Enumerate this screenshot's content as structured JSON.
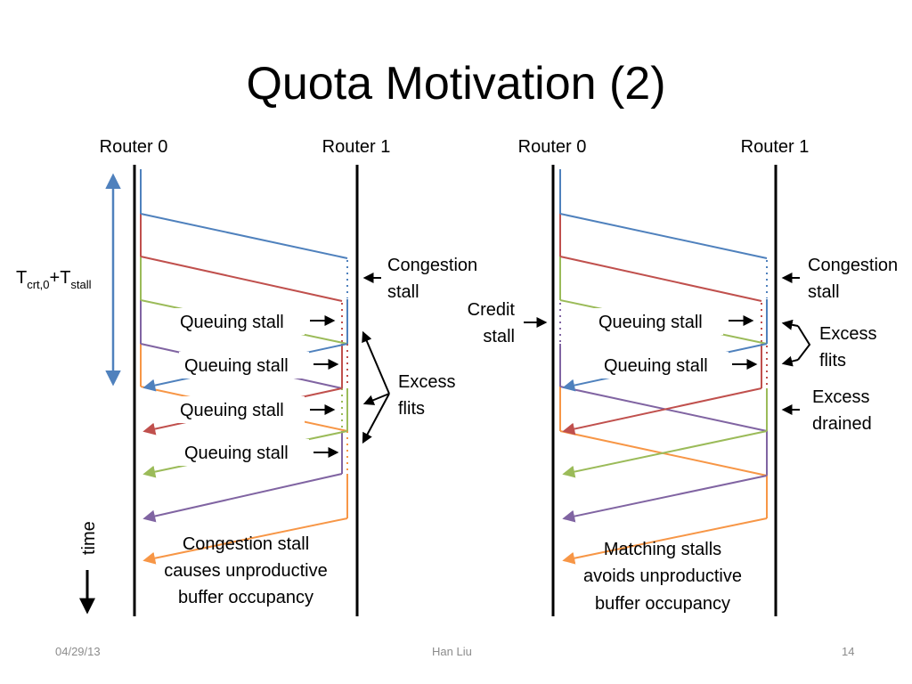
{
  "slide": {
    "title": "Quota Motivation (2)",
    "footer": {
      "date": "04/29/13",
      "author": "Han Liu",
      "page": "14"
    }
  },
  "colors": {
    "blue": "#4f81bd",
    "red": "#c0504d",
    "green": "#9bbb59",
    "purple": "#8064a2",
    "orange": "#f79646",
    "time_arrow": "#4f81bd"
  },
  "left": {
    "router0": "Router 0",
    "router1": "Router 1",
    "time_span": {
      "T1": "T",
      "S1": "crt,0",
      "plus": "+T",
      "S2": "stall"
    },
    "time_label": "time",
    "congestion_stall": [
      "Congestion",
      "stall"
    ],
    "queuing_stalls": [
      "Queuing stall",
      "Queuing stall",
      "Queuing stall",
      "Queuing stall"
    ],
    "excess_flits": [
      "Excess",
      "flits"
    ],
    "caption": [
      "Congestion stall",
      "causes unproductive",
      "buffer occupancy"
    ]
  },
  "right": {
    "router0": "Router 0",
    "router1": "Router 1",
    "credit_stall": [
      "Credit",
      "stall"
    ],
    "congestion_stall": [
      "Congestion",
      "stall"
    ],
    "queuing_stalls": [
      "Queuing stall",
      "Queuing stall"
    ],
    "excess_flits": [
      "Excess",
      "flits"
    ],
    "excess_drained": [
      "Excess",
      "drained"
    ],
    "caption": [
      "Matching stalls",
      "avoids unproductive",
      "buffer occupancy"
    ]
  }
}
